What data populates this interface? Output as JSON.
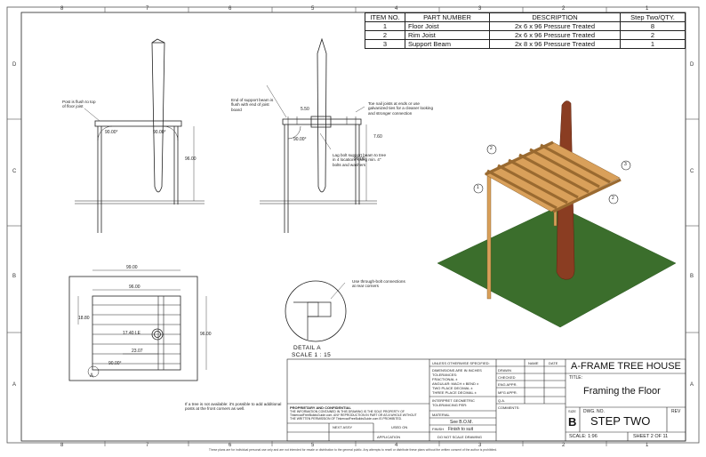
{
  "zones": {
    "top": [
      "8",
      "7",
      "6",
      "5",
      "4",
      "3",
      "2",
      "1"
    ],
    "bottom": [
      "8",
      "7",
      "6",
      "5",
      "4",
      "3",
      "2",
      "1"
    ],
    "left": [
      "D",
      "C",
      "B",
      "A"
    ],
    "right": [
      "D",
      "C",
      "B",
      "A"
    ]
  },
  "bom": {
    "headers": [
      "ITEM NO.",
      "PART NUMBER",
      "DESCRIPTION",
      "Step Two/QTY."
    ],
    "rows": [
      {
        "item": "1",
        "part": "Floor Joist",
        "desc": "2x 6 x 96 Pressure Treated",
        "qty": "8"
      },
      {
        "item": "2",
        "part": "Rim Joist",
        "desc": "2x 6 x 96 Pressure Treated",
        "qty": "2"
      },
      {
        "item": "3",
        "part": "Support Beam",
        "desc": "2x 8 x 96 Pressure Treated",
        "qty": "1"
      }
    ]
  },
  "front_view": {
    "note": "Post is flush to top of floor joist",
    "angle_left": "90.00°",
    "angle_right": "90.00°",
    "height": "96.00"
  },
  "side_view": {
    "note_top": "End of support beam is flush with end of joist board",
    "note_right": "Toe nail joists at ends or use galvanized ties for a cleaner looking and stronger connection",
    "dim_top": "5.50",
    "dim_right": "7.60",
    "angle": "90.00°",
    "note_bolt": "Lag bolt support beam to tree in 4 locations using min. 4\" bolts and washers",
    "height": "96.00"
  },
  "top_view": {
    "dim_outer": "99.00",
    "dim_inner": "96.00",
    "dim_left": "18.80",
    "dim_center": "17.40 LE",
    "dim_bottom": "23.07",
    "dim_right": "96.00",
    "angle": "90.00°",
    "callout": "A",
    "note": "If a tree is not available: it's possible to add additional posts at the front corners as well."
  },
  "detail": {
    "note": "Use through-bolt connections at rear corners",
    "label": "DETAIL A",
    "scale": "SCALE 1 : 15"
  },
  "iso_balloons": [
    "2",
    "3",
    "2",
    "1"
  ],
  "title_block": {
    "unless": "UNLESS OTHERWISE SPECIFIED:",
    "name": "NAME",
    "date": "DATE",
    "dims": "DIMENSIONS ARE IN INCHES",
    "tol": "TOLERANCES:",
    "frac": "FRACTIONAL ±",
    "ang": "ANGULAR: MACH ±   BEND ±",
    "two": "TWO PLACE DECIMAL   ±",
    "three": "THREE PLACE DECIMAL   ±",
    "drawn": "DRAWN",
    "checked": "CHECKED",
    "eng": "ENG APPR.",
    "mfg": "MFG APPR.",
    "qa": "Q.A.",
    "comments": "COMMENTS:",
    "interp": "INTERPRET GEOMETRIC TOLERANCING PER:",
    "material_label": "MATERIAL",
    "material": "See B.O.M.",
    "finish_label": "FINISH",
    "finish": "Finish to suit",
    "donot": "DO NOT SCALE DRAWING",
    "prop_title": "PROPRIETARY AND CONFIDENTIAL",
    "prop_text": "THE INFORMATION CONTAINED IN THIS DRAWING IS THE SOLE PROPERTY OF TinkercadFreeBuildsGuide.com. ANY REPRODUCTION IN PART OR AS A WHOLE WITHOUT THE WRITTEN PERMISSION OF TinkercadFreeBuildsGuide.com IS PROHIBITED.",
    "next_assy": "NEXT ASSY",
    "used_on": "USED ON",
    "application": "APPLICATION",
    "company": "A-FRAME TREE HOUSE",
    "title_label": "TITLE:",
    "title": "Framing the Floor",
    "size_label": "SIZE",
    "size": "B",
    "dwg_label": "DWG.  NO.",
    "dwg": "STEP TWO",
    "rev_label": "REV",
    "scale": "SCALE: 1:96",
    "sheet": "SHEET 2 OF 11"
  },
  "footer": "These plans are for individual personal use only and are not intended for resale or distribution to the general public. Any attempts to resell or distribute these plans without the written consent of the author is prohibited."
}
